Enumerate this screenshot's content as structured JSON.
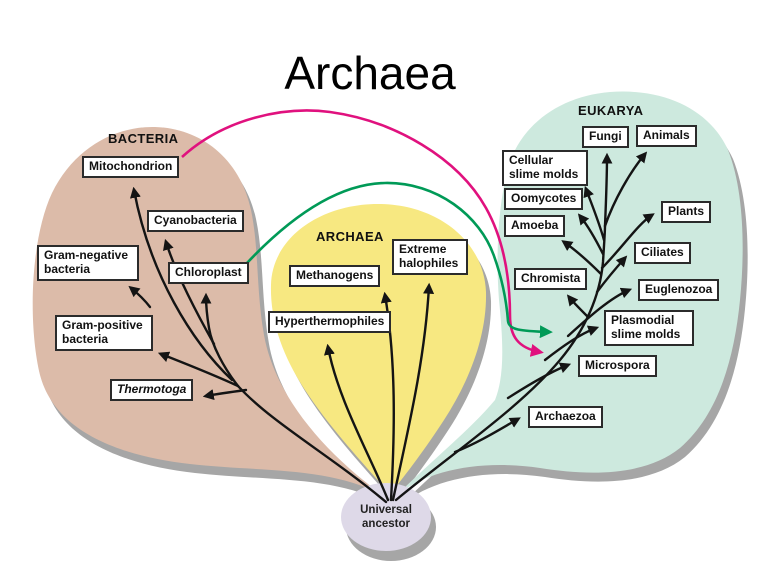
{
  "title": "Archaea",
  "groups": {
    "bacteria": {
      "header": "BACTERIA",
      "members": {
        "mitochondrion": "Mitochondrion",
        "cyanobacteria": "Cyanobacteria",
        "gram_negative": "Gram-negative bacteria",
        "chloroplast": "Chloroplast",
        "gram_positive": "Gram-positive bacteria",
        "thermotoga": "Thermotoga"
      }
    },
    "archaea": {
      "header": "ARCHAEA",
      "members": {
        "methanogens": "Methanogens",
        "extreme_halophiles": "Extreme halophiles",
        "hyperthermophiles": "Hyperthermophiles"
      }
    },
    "eukarya": {
      "header": "EUKARYA",
      "members": {
        "fungi": "Fungi",
        "animals": "Animals",
        "cellular_slime_molds": "Cellular slime molds",
        "oomycotes": "Oomycotes",
        "amoeba": "Amoeba",
        "plants": "Plants",
        "ciliates": "Ciliates",
        "chromista": "Chromista",
        "euglenozoa": "Euglenozoa",
        "plasmodial_slime_molds": "Plasmodial slime molds",
        "microspora": "Microspora",
        "archaezoa": "Archaezoa"
      }
    }
  },
  "root": {
    "label": "Universal ancestor"
  },
  "colors": {
    "bacteria_fill": "#dcbba9",
    "archaea_fill": "#f7e881",
    "eukarya_fill": "#cde9de",
    "root_fill": "#ded9e8",
    "shadow": "#a6a6a6",
    "branch": "#141414",
    "mitochondrion_arrow": "#e0117e",
    "chloroplast_arrow": "#009a57"
  }
}
